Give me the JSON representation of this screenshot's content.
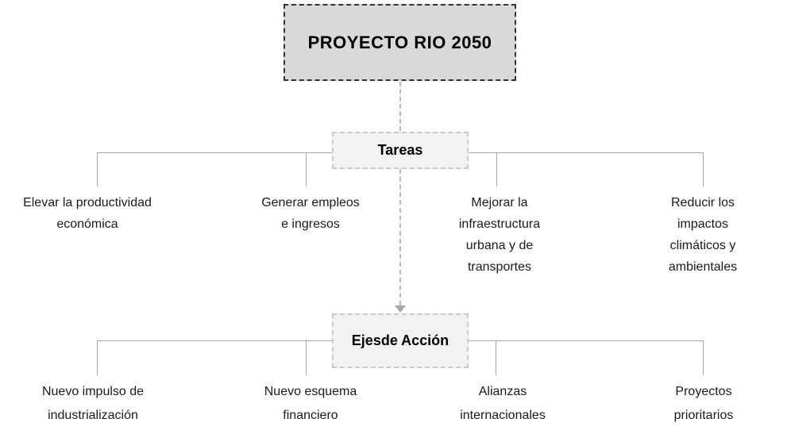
{
  "colors": {
    "root_fill": "#d9d9d9",
    "root_border": "#333333",
    "stage_fill": "#f2f2f2",
    "stage_border": "#c9c9c9",
    "connector_line": "#a6a6a6",
    "text": "#1a1a1a"
  },
  "diagram": {
    "root": {
      "label": "PROYECTO RIO 2050"
    },
    "levels": [
      {
        "title": "Tareas",
        "items": [
          {
            "lines": [
              "Elevar la productividad",
              "económica"
            ]
          },
          {
            "lines": [
              "Generar empleos",
              "e ingresos"
            ]
          },
          {
            "lines": [
              "Mejorar la",
              "infraestructura",
              "urbana y de",
              "transportes"
            ]
          },
          {
            "lines": [
              "Reducir los impactos",
              "climáticos y",
              "ambientales"
            ]
          }
        ]
      },
      {
        "title": "Ejesde Acción",
        "items": [
          {
            "lines": [
              "Nuevo impulso de",
              "industrialización"
            ]
          },
          {
            "lines": [
              "Nuevo esquema",
              "financiero"
            ]
          },
          {
            "lines": [
              "Alianzas",
              "internacionales"
            ]
          },
          {
            "lines": [
              "Proyectos",
              "prioritarios"
            ]
          }
        ]
      }
    ]
  }
}
